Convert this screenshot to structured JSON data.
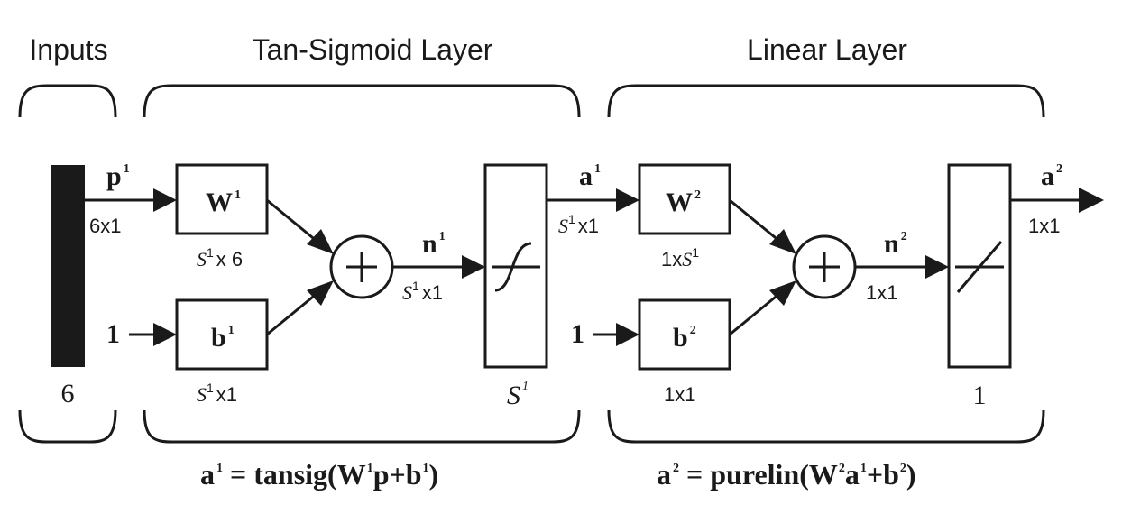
{
  "headers": {
    "inputs": "Inputs",
    "layer1": "Tan-Sigmoid Layer",
    "layer2": "Linear Layer"
  },
  "input": {
    "signal": "p",
    "signal_sup": "1",
    "signal_dim": "6x1",
    "size": "6"
  },
  "layer1": {
    "weight": "W",
    "weight_sup": "1",
    "weight_dim_s": "S",
    "weight_dim_sup": "1",
    "weight_dim_rest": "x 6",
    "bias": "b",
    "bias_sup": "1",
    "bias_dim_s": "S",
    "bias_dim_sup": "1",
    "bias_dim_rest": "x1",
    "bias_input": "1",
    "net": "n",
    "net_sup": "1",
    "net_dim_s": "S",
    "net_dim_sup": "1",
    "net_dim_rest": "x1",
    "neurons_s": "S",
    "neurons_sup": "1",
    "output": "a",
    "output_sup": "1",
    "output_dim_s": "S",
    "output_dim_sup": "1",
    "output_dim_rest": "x1",
    "eq_lhs": "a",
    "eq_lhs_sup": "1",
    "eq_mid": " = tansig(W",
    "eq_w_sup": "1",
    "eq_p": "p+b",
    "eq_b_sup": "1",
    "eq_end": ")"
  },
  "layer2": {
    "weight": "W",
    "weight_sup": "2",
    "weight_dim_pre": "1x",
    "weight_dim_s": "S",
    "weight_dim_sup": "1",
    "bias": "b",
    "bias_sup": "2",
    "bias_dim": "1x1",
    "bias_input": "1",
    "net": "n",
    "net_sup": "2",
    "net_dim": "1x1",
    "neurons": "1",
    "output": "a",
    "output_sup": "2",
    "output_dim": "1x1",
    "eq_lhs": "a",
    "eq_lhs_sup": "2",
    "eq_mid": " = purelin(W",
    "eq_w_sup": "2",
    "eq_a": "a",
    "eq_a_sup": "1",
    "eq_plus": "+b",
    "eq_b_sup": "2",
    "eq_end": ")"
  },
  "symbols": {
    "sum": "+"
  }
}
